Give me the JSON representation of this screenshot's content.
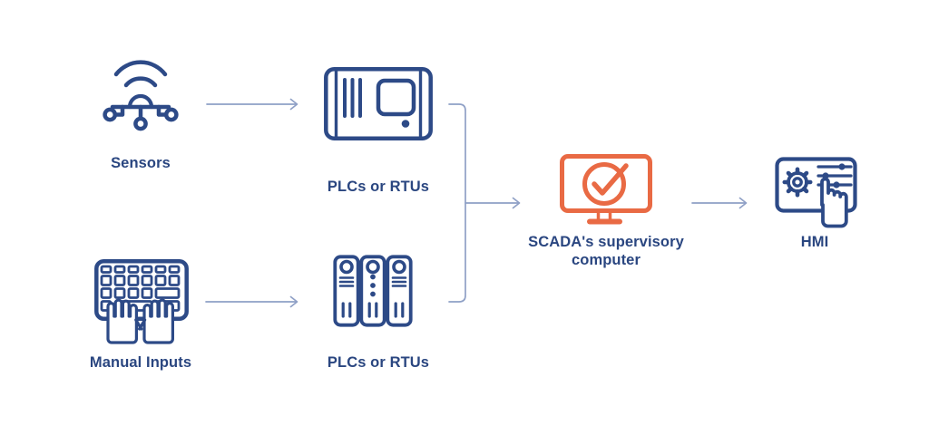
{
  "palette": {
    "icon_navy": "#2d4a87",
    "label_navy": "#2a4680",
    "accent_orange": "#e96a44",
    "connector_blue": "#8fa0c6",
    "background": "#ffffff"
  },
  "nodes": {
    "sensors": {
      "label": "Sensors",
      "icon": "sensors-wireless-icon"
    },
    "plcs_top": {
      "label": "PLCs or RTUs",
      "icon": "plc-controller-icon"
    },
    "manual_inputs": {
      "label": "Manual Inputs",
      "icon": "keyboard-typing-hands-icon"
    },
    "plcs_bottom": {
      "label": "PLCs or RTUs",
      "icon": "server-towers-icon"
    },
    "scada": {
      "label_line1": "SCADA's supervisory",
      "label_line2": "computer",
      "icon": "monitor-checkmark-icon"
    },
    "hmi": {
      "label": "HMI",
      "icon": "touchscreen-settings-icon"
    }
  },
  "edges": [
    {
      "from": "sensors",
      "to": "plcs_top",
      "type": "arrow"
    },
    {
      "from": "manual_inputs",
      "to": "plcs_bottom",
      "type": "arrow"
    },
    {
      "from": "plcs_top",
      "to": "merge-junction",
      "type": "elbow"
    },
    {
      "from": "plcs_bottom",
      "to": "merge-junction",
      "type": "elbow"
    },
    {
      "from": "merge-junction",
      "to": "scada",
      "type": "arrow"
    },
    {
      "from": "scada",
      "to": "hmi",
      "type": "arrow"
    }
  ]
}
